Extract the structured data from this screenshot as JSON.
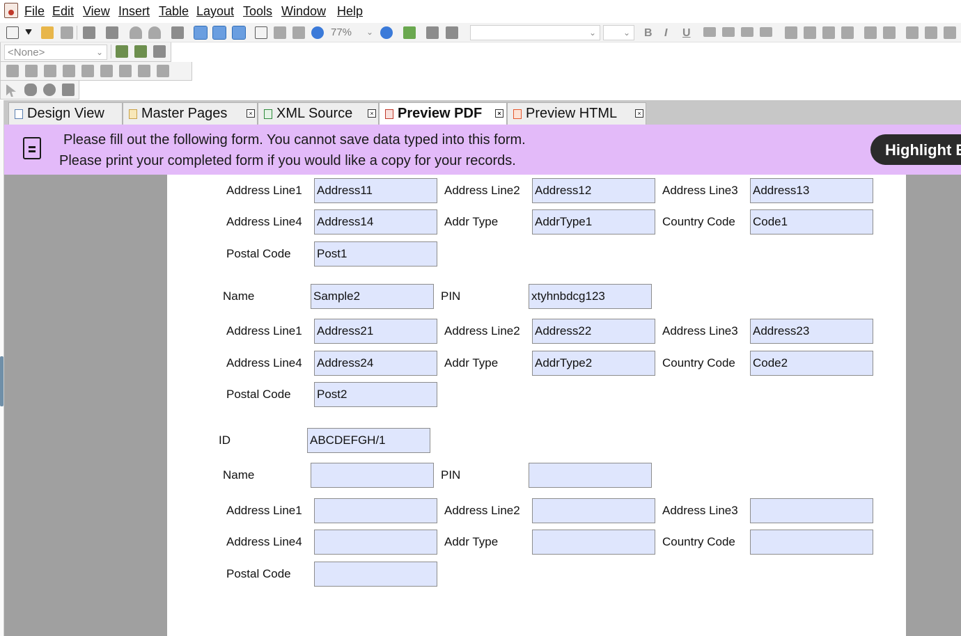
{
  "menu": [
    "File",
    "Edit",
    "View",
    "Insert",
    "Table",
    "Layout",
    "Tools",
    "Window",
    "Help"
  ],
  "toolbar": {
    "zoom": "77%",
    "style_placeholder": "<None>",
    "bold": "B",
    "italic": "I",
    "underline": "U"
  },
  "tabs": [
    {
      "label": "Design View",
      "active": false
    },
    {
      "label": "Master Pages",
      "active": false
    },
    {
      "label": "XML Source",
      "active": false
    },
    {
      "label": "Preview PDF",
      "active": true
    },
    {
      "label": "Preview HTML",
      "active": false
    }
  ],
  "banner": {
    "line1": "Please fill out the following form. You cannot save data typed into this form.",
    "line2": "Please print your completed form if you would like a copy for your records.",
    "button": "Highlight E"
  },
  "form": {
    "labels": {
      "address_line1": "Address Line1",
      "address_line2": "Address Line2",
      "address_line3": "Address Line3",
      "address_line4": "Address Line4",
      "addr_type": "Addr Type",
      "country_code": "Country Code",
      "postal_code": "Postal Code",
      "name": "Name",
      "pin": "PIN",
      "id": "ID"
    },
    "block1": {
      "address_line1": "Address11",
      "address_line2": "Address12",
      "address_line3": "Address13",
      "address_line4": "Address14",
      "addr_type": "AddrType1",
      "country_code": "Code1",
      "postal_code": "Post1"
    },
    "block2": {
      "name": "Sample2",
      "pin": "xtyhnbdcg123",
      "address_line1": "Address21",
      "address_line2": "Address22",
      "address_line3": "Address23",
      "address_line4": "Address24",
      "addr_type": "AddrType2",
      "country_code": "Code2",
      "postal_code": "Post2"
    },
    "block3": {
      "id": "ABCDEFGH/1",
      "name": "",
      "pin": "",
      "address_line1": "",
      "address_line2": "",
      "address_line3": "",
      "address_line4": "",
      "addr_type": "",
      "country_code": "",
      "postal_code": ""
    }
  }
}
